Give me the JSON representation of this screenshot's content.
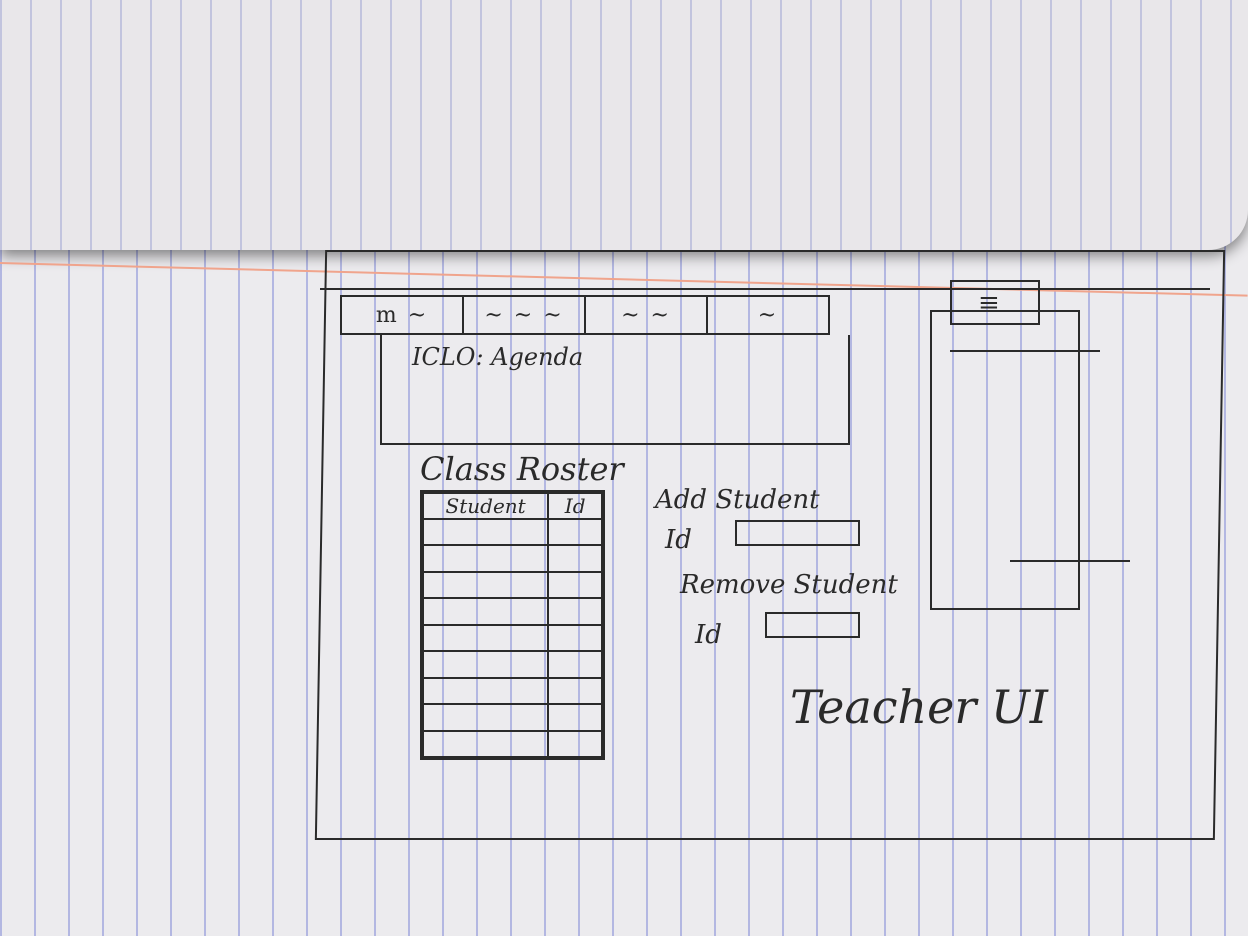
{
  "window": {
    "title_scribble": ""
  },
  "tabs": [
    {
      "label": "m ~"
    },
    {
      "label": "~ ~ ~"
    },
    {
      "label": "~ ~"
    },
    {
      "label": "~"
    }
  ],
  "agenda": {
    "label": "ICLO: Agenda"
  },
  "roster": {
    "title": "Class Roster",
    "columns": [
      "Student",
      "Id"
    ],
    "rows": [
      [
        "",
        ""
      ],
      [
        "",
        ""
      ],
      [
        "",
        ""
      ],
      [
        "",
        ""
      ],
      [
        "",
        ""
      ],
      [
        "",
        ""
      ],
      [
        "",
        ""
      ],
      [
        "",
        ""
      ],
      [
        "",
        ""
      ]
    ]
  },
  "add_student": {
    "heading": "Add Student",
    "id_label": "Id"
  },
  "remove_student": {
    "heading": "Remove Student",
    "id_label": "Id"
  },
  "footer": {
    "caption": "Teacher UI"
  },
  "side_panel": {
    "icon": "≡"
  }
}
